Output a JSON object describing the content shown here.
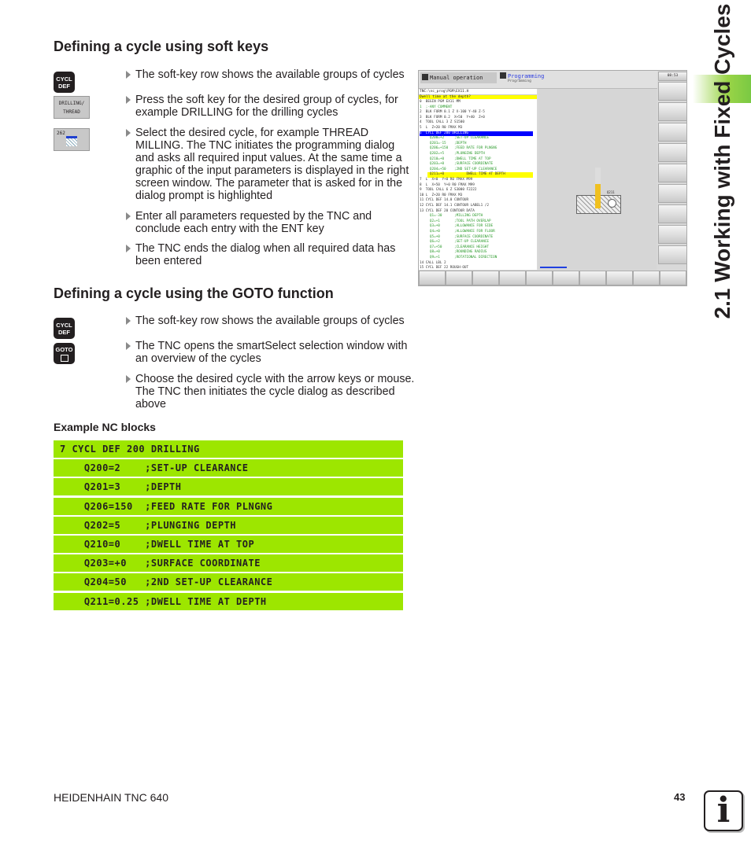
{
  "side_title": "2.1 Working with Fixed Cycles",
  "section1": {
    "title": "Defining a cycle using soft keys",
    "keys": {
      "cycl_def": [
        "CYCL",
        "DEF"
      ],
      "drilling_thread": [
        "DRILLING/",
        "THREAD"
      ],
      "cycle_262": "262"
    },
    "steps": [
      "The soft-key row shows the available groups of cycles",
      "Press the soft key for the desired group of cycles, for example DRILLING for the drilling cycles",
      "Select the desired cycle, for example THREAD MILLING. The TNC initiates the programming dialog and asks all required input values. At the same time a graphic of the input parameters is displayed in the right screen window. The parameter that is asked for in the dialog prompt is highlighted",
      "Enter all parameters requested by the TNC and conclude each entry with the ENT key",
      "The TNC ends the dialog when all required data has been entered"
    ]
  },
  "section2": {
    "title": "Defining a cycle using the GOTO function",
    "keys": {
      "cycl_def": [
        "CYCL",
        "DEF"
      ],
      "goto": "GOTO"
    },
    "steps": [
      "The soft-key row shows the available groups of cycles",
      "The TNC opens the smartSelect selection window with an overview of the cycles",
      "Choose the desired cycle with the arrow keys or mouse. The TNC then initiates the cycle dialog as described above"
    ]
  },
  "example": {
    "title": "Example NC blocks",
    "lines": [
      "7 CYCL DEF 200 DRILLING",
      "    Q200=2    ;SET-UP CLEARANCE",
      "    Q201=3    ;DEPTH",
      "    Q206=150  ;FEED RATE FOR PLNGNG",
      "    Q202=5    ;PLUNGING DEPTH",
      "    Q210=0    ;DWELL TIME AT TOP",
      "    Q203=+0   ;SURFACE COORDINATE",
      "    Q204=50   ;2ND SET-UP CLEARANCE",
      "    Q211=0.25 ;DWELL TIME AT DEPTH"
    ]
  },
  "screen": {
    "mode_left": "Manual operation",
    "mode_right": "Programming",
    "mode_right_sub": "Programming",
    "clock": "08:53",
    "path": "TNC:\\nc_prog\\PGM\\EX11.H",
    "prompt": "Dwell time at the depth?",
    "graphic_label": "Q211",
    "program": [
      "0  BEGIN PGM EX11 MM",
      "1  ;-ANY COMMENT",
      "2  BLK FORM 0.1 Z X-100 Y-40 Z-5",
      "3  BLK FORM 0.2  X+50  Y+40  Z+0",
      "4  TOOL CALL 3 Z S1500",
      "5  L  Z+20 R0 FMAX M3",
      "6  CYCL DEF 200 DRILLING",
      "     Q200=+2     ;SET-UP CLEARANCE",
      "     Q201=-15    ;DEPTH",
      "     Q206=+150   ;FEED RATE FOR PLNGNG",
      "     Q202=+5     ;PLUNGING DEPTH",
      "     Q210=+0     ;DWELL TIME AT TOP",
      "     Q203=+0     ;SURFACE COORDINATE",
      "     Q204=+50    ;2ND SET-UP CLEARANCE",
      "     Q211=+0           DWELL TIME AT DEPTH",
      "7  L  X+0  Y+0 R0 FMAX M99",
      "8  L  X+50  Y+0 R0 FMAX M99",
      "9  TOOL CALL 6 Z S3000 F2222",
      "10 L  Z+20 R0 FMAX M3",
      "11 CYCL DEF 14.0 CONTOUR",
      "12 CYCL DEF 14.1 CONTOUR LABEL1 /2",
      "13 CYCL DEF 20 CONTOUR DATA",
      "     Q1=-30      ;MILLING DEPTH",
      "     Q2=+1       ;TOOL PATH OVERLAP",
      "     Q3=+0       ;ALLOWANCE FOR SIDE",
      "     Q4=+0       ;ALLOWANCE FOR FLOOR",
      "     Q5=+0       ;SURFACE COORDINATE",
      "     Q6=+2       ;SET-UP CLEARANCE",
      "     Q7=+50      ;CLEARANCE HEIGHT",
      "     Q8=+0       ;ROUNDING RADIUS",
      "     Q9=+1       ;ROTATIONAL DIRECTION",
      "14 CALL LBL 2",
      "15 CYCL DEF 22 ROUGH-OUT"
    ]
  },
  "footer": {
    "left": "HEIDENHAIN TNC 640",
    "page": "43",
    "info_icon": "i"
  },
  "colors": {
    "accent_green": "#9de600",
    "highlight_blue": "#0000ff",
    "highlight_yellow": "#ffff00"
  }
}
